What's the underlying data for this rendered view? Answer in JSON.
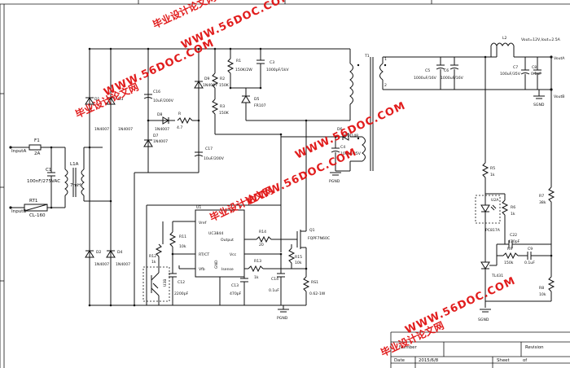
{
  "components": {
    "F1": {
      "ref": "F1",
      "value": "2A"
    },
    "C1": {
      "ref": "C1",
      "value": "100nF/275VAC"
    },
    "L1A": {
      "ref": "L1A",
      "value": "7mH"
    },
    "RT1": {
      "ref": "RT1",
      "value": "CL-160"
    },
    "D1": {
      "ref": "D1",
      "value": "1N4007"
    },
    "D2": {
      "ref": "D2",
      "value": "1N4007"
    },
    "D3": {
      "ref": "D3",
      "value": "1N4007"
    },
    "D4": {
      "ref": "D4",
      "value": "1N4007"
    },
    "C16": {
      "ref": "C16",
      "value": "10uF/200V"
    },
    "D8": {
      "ref": "D8",
      "value": "1N4007"
    },
    "R": {
      "ref": "R",
      "value": "4.7"
    },
    "D7": {
      "ref": "D7",
      "value": "1N4007"
    },
    "C17": {
      "ref": "C17",
      "value": "10uF/200V"
    },
    "D9": {
      "ref": "D9",
      "value": "1N4007"
    },
    "R1": {
      "ref": "R1",
      "value": "150K/2W"
    },
    "C3": {
      "ref": "C3",
      "value": "1000pF/1kV"
    },
    "R2": {
      "ref": "R2",
      "value": "150K"
    },
    "R3": {
      "ref": "R3",
      "value": "150K"
    },
    "D5": {
      "ref": "D5",
      "value": "FR107"
    },
    "D6": {
      "ref": "D6",
      "value": "1N4148"
    },
    "C4": {
      "ref": "C4",
      "value": "100uF/35V"
    },
    "T1": {
      "ref": "T1"
    },
    "U1": {
      "ref": "U1",
      "value": "UC3844"
    },
    "R11": {
      "ref": "R11",
      "value": "10k"
    },
    "R12": {
      "ref": "R12",
      "value": "1k"
    },
    "U3B": {
      "ref": "U3B"
    },
    "C12": {
      "ref": "C12",
      "value": "2200pF"
    },
    "R14": {
      "ref": "R14",
      "value": "20"
    },
    "R13": {
      "ref": "R13",
      "value": "1k"
    },
    "C13": {
      "ref": "C13",
      "value": "470pF"
    },
    "C14": {
      "ref": "C14",
      "value": "0.1uF"
    },
    "R15": {
      "ref": "R15",
      "value": "10k"
    },
    "RS1": {
      "ref": "RS1",
      "value": "0.62-1W"
    },
    "Q1": {
      "ref": "Q1",
      "value": "FQPF7N60C"
    },
    "L2": {
      "ref": "L2"
    },
    "C5": {
      "ref": "C5",
      "value": "1000uF/16V"
    },
    "C6": {
      "ref": "C6",
      "value": "1000uF/16V"
    },
    "C7": {
      "ref": "C7",
      "value": "100uF/35V"
    },
    "C8": {
      "ref": "C8",
      "value": "0.1uF"
    },
    "R5": {
      "ref": "R5",
      "value": "1k"
    },
    "R6": {
      "ref": "R6",
      "value": "1k"
    },
    "U2A": {
      "ref": "U2A",
      "value": "PC817A"
    },
    "R7": {
      "ref": "R7",
      "value": "38k"
    },
    "C22": {
      "ref": "C22",
      "value": "470pF"
    },
    "R9": {
      "ref": "R9",
      "value": "150k"
    },
    "C9": {
      "ref": "C9",
      "value": "0.1uF"
    },
    "U4": {
      "ref": "U4",
      "value": "TL431"
    },
    "R8": {
      "ref": "R8",
      "value": "10k"
    }
  },
  "ic_pins": {
    "vref": "Vref",
    "output": "Output",
    "rtct": "RT/CT",
    "vcc": "Vcc",
    "vfb": "Vfb",
    "isense": "Isense",
    "gnd": "GND"
  },
  "nets": {
    "inputA": "InputA",
    "inputB": "InputB",
    "pgnd": "PGND",
    "sgnd": "SGND",
    "voutA": "VoutA",
    "voutB": "VoutB",
    "vout_spec": "Vout=12V,Iout=2.5A"
  },
  "title_block": {
    "number": "Number",
    "revision": "Revision",
    "date_label": "Date",
    "date_value": "2015/6/8",
    "sheet": "Sheet",
    "of": "of"
  },
  "watermarks": {
    "cn": "毕业设计论文网",
    "en": "WWW.56DOC.COM"
  },
  "colors": {
    "wire": "#111111",
    "watermark": "#e01010"
  }
}
